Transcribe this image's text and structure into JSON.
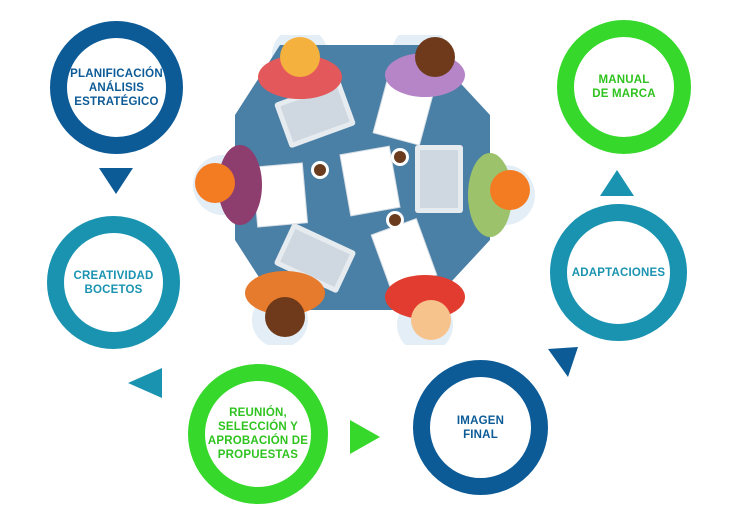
{
  "steps": {
    "planificacion": "PLANIFICACIÓN\nANÁLISIS\nESTRATÉGICO",
    "creatividad": "CREATIVIDAD\nBOCETOS",
    "reunion": "REUNIÓN,\nSELECCIÓN Y\nAPROBACIÓN DE\nPROPUESTAS",
    "imagen": "IMAGEN\nFINAL",
    "adaptaciones": "ADAPTACIONES",
    "manual": "MANUAL\nDE MARCA"
  },
  "colors": {
    "dark_blue": "#0c5b97",
    "teal": "#1a93b0",
    "green": "#36d92b",
    "table": "#4a7fa6"
  }
}
